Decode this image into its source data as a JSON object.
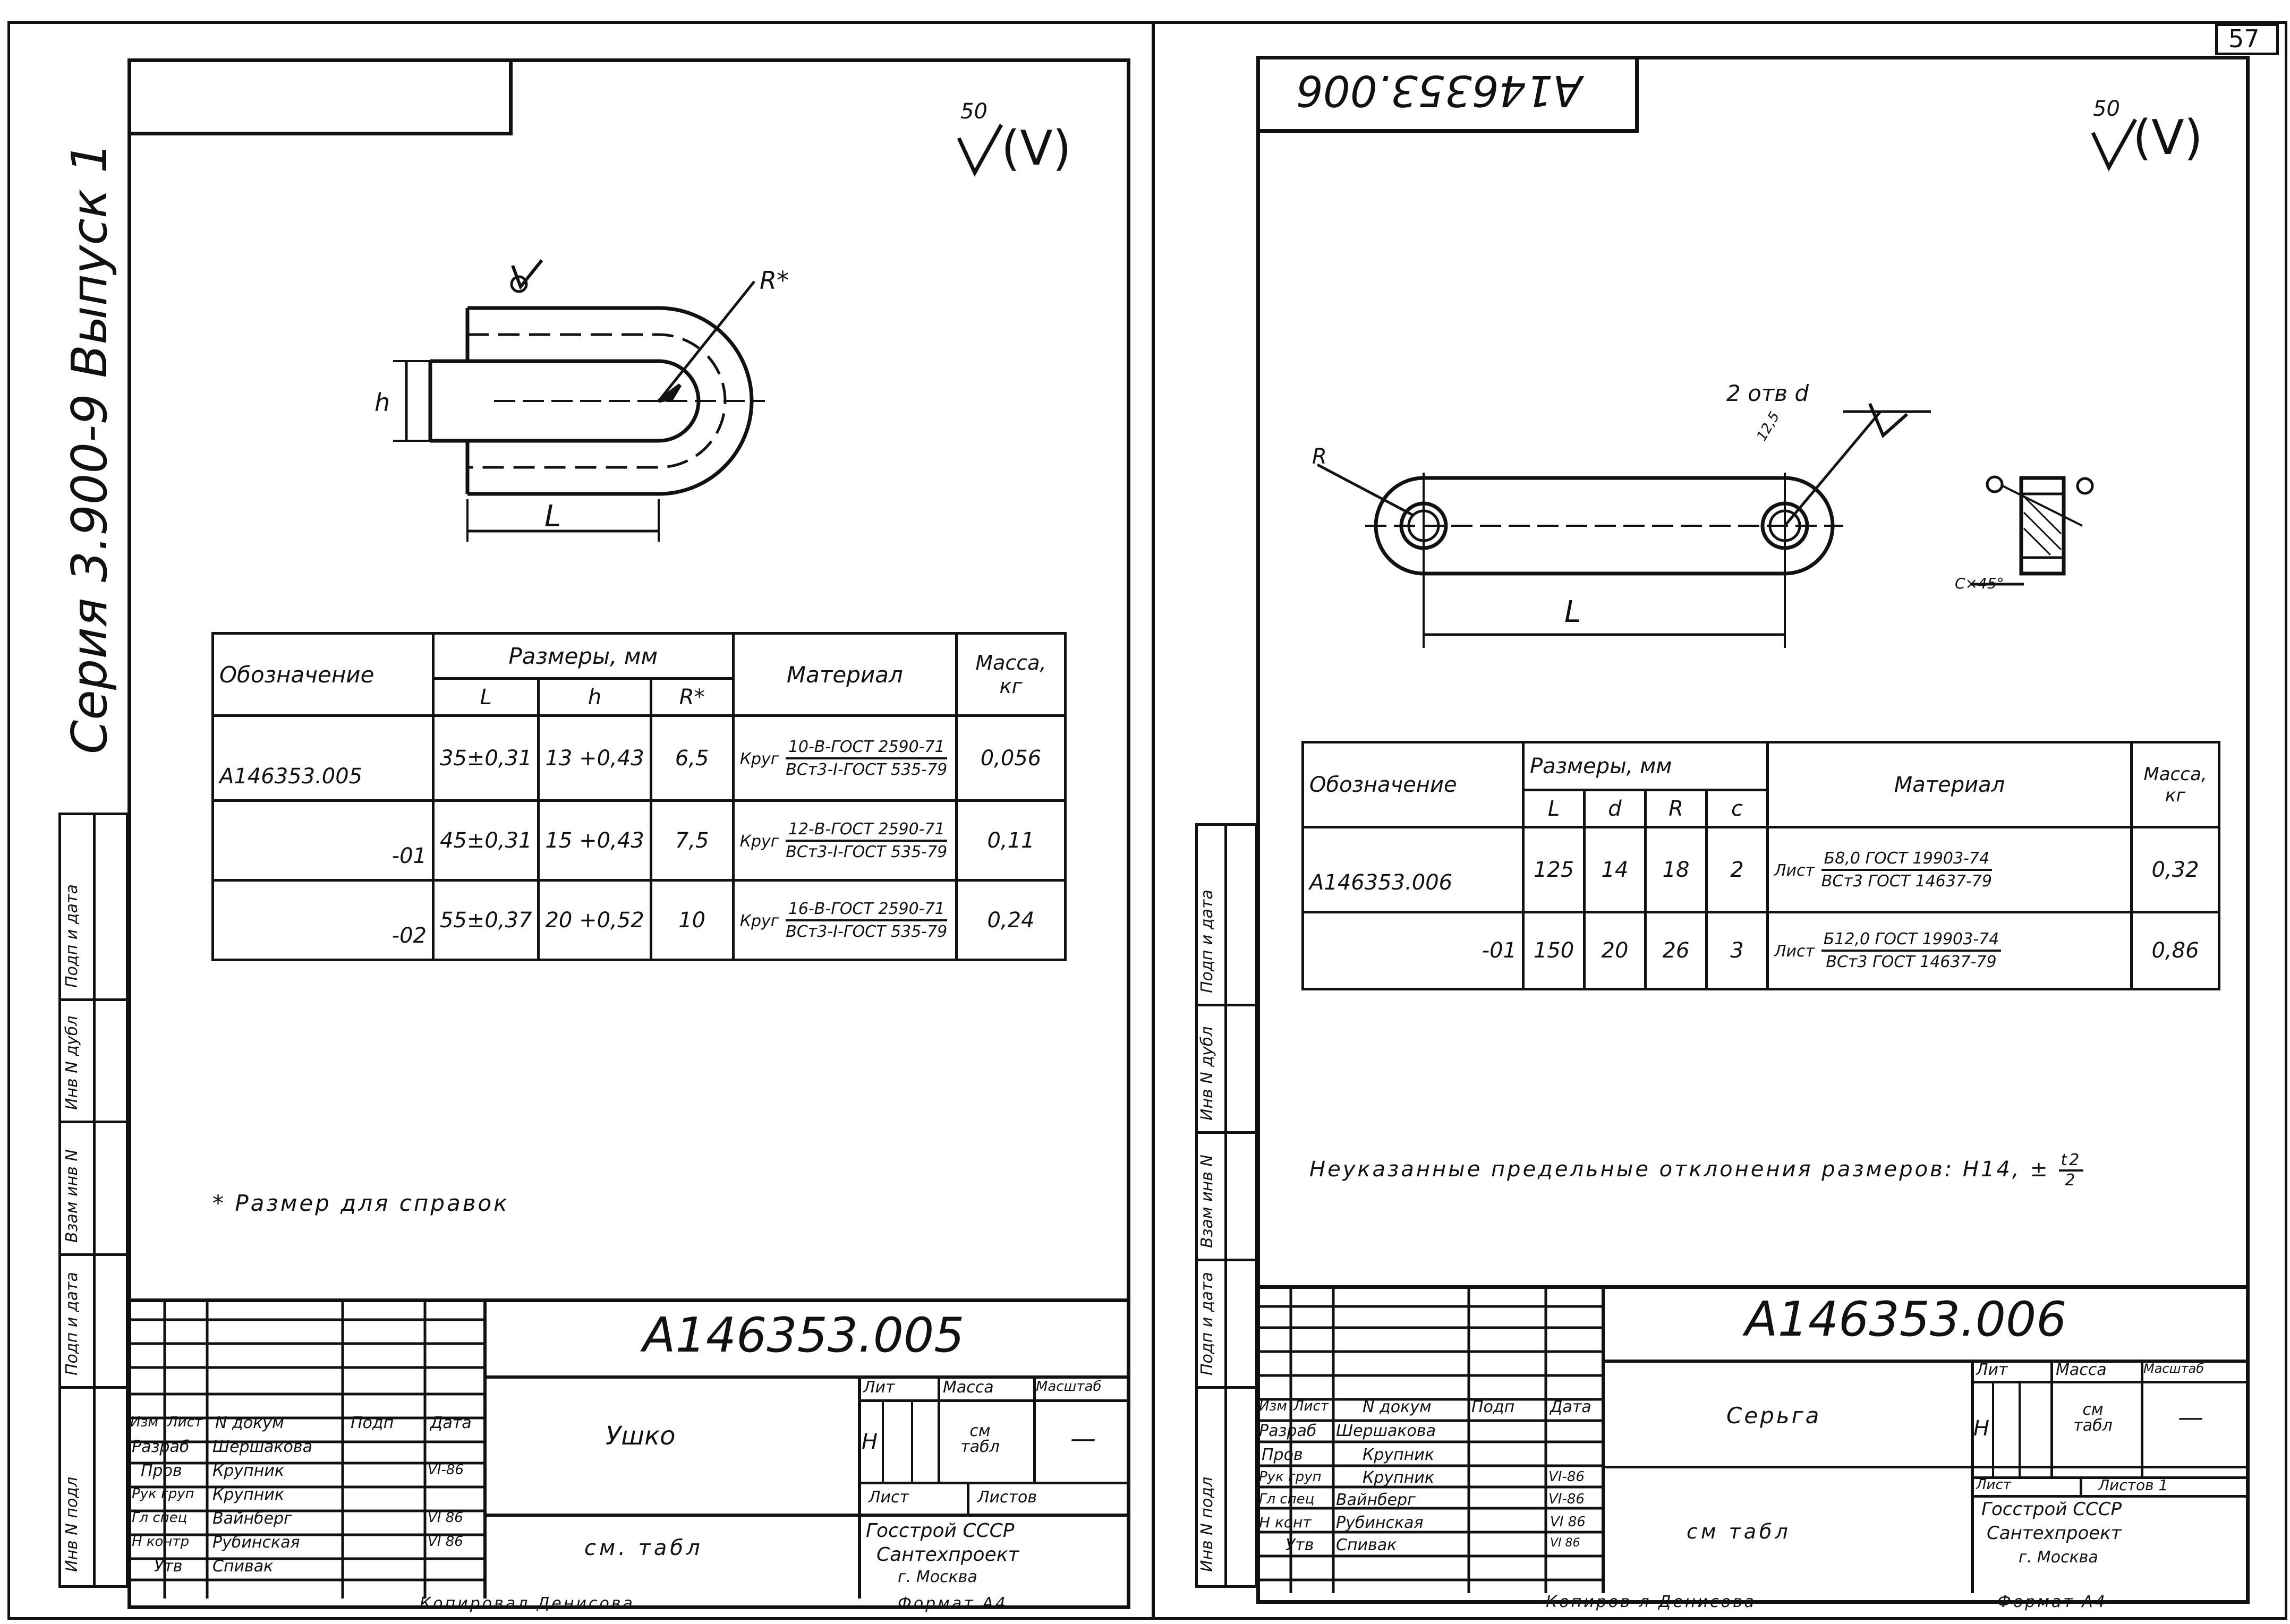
{
  "sheet_number": "57",
  "series_label": "Серия 3.900-9 Выпуск 1",
  "left_margin_fields": [
    "Инв N подл",
    "Подп и дата",
    "Взам инв N",
    "Инв N дубл",
    "Подп и дата"
  ],
  "left": {
    "roughness": {
      "value": "50",
      "paren": "(V)"
    },
    "dim_labels": {
      "R": "R*",
      "h": "h",
      "L": "L"
    },
    "table": {
      "header": {
        "designation": "Обозначение",
        "dimensions": "Размеры, мм",
        "L": "L",
        "h": "h",
        "R": "R*",
        "material": "Материал",
        "mass": "Масса, кг"
      },
      "rows": [
        {
          "designation": "А146353.005",
          "L": "35±0,31",
          "h": "13 +0,43",
          "R": "6,5",
          "material_prefix": "Круг",
          "material_top": "10-В-ГОСТ 2590-71",
          "material_bottom": "ВСт3-I-ГОСТ 535-79",
          "mass": "0,056"
        },
        {
          "designation": "-01",
          "L": "45±0,31",
          "h": "15 +0,43",
          "R": "7,5",
          "material_prefix": "Круг",
          "material_top": "12-В-ГОСТ 2590-71",
          "material_bottom": "ВСт3-I-ГОСТ 535-79",
          "mass": "0,11"
        },
        {
          "designation": "-02",
          "L": "55±0,37",
          "h": "20 +0,52",
          "R": "10",
          "material_prefix": "Круг",
          "material_top": "16-В-ГОСТ 2590-71",
          "material_bottom": "ВСт3-I-ГОСТ 535-79",
          "mass": "0,24"
        }
      ]
    },
    "footnote": "* Размер для справок",
    "title_block": {
      "doc_number": "А146353.005",
      "name": "Ушко",
      "material_ref": "см. табл",
      "col_izm": "Изм",
      "col_list": "Лист",
      "col_doc": "N докум",
      "col_sign": "Подп",
      "col_date": "Дата",
      "roles": [
        {
          "role": "Разраб",
          "person": "Шершакова",
          "date": ""
        },
        {
          "role": "Пров",
          "person": "Крупник",
          "date": "VI-86"
        },
        {
          "role": "Рук груп",
          "person": "Крупник",
          "date": ""
        },
        {
          "role": "Гл спец",
          "person": "Вайнберг",
          "date": "VI 86"
        },
        {
          "role": "Н контр",
          "person": "Рубинская",
          "date": "VI 86"
        },
        {
          "role": "Утв",
          "person": "Спивак",
          "date": ""
        }
      ],
      "lit_label": "Лит",
      "lit_value": "Н",
      "mass_label": "Масса",
      "mass_value": "см табл",
      "scale_label": "Масштаб",
      "scale_value": "—",
      "sheet_label": "Лист",
      "sheets_label": "Листов",
      "org_1": "Госстрой СССР",
      "org_2": "Сантехпроект",
      "org_3": "г. Москва"
    },
    "copied": "Копировал Денисова",
    "format": "Формат А4"
  },
  "right": {
    "corner_stamp": "А146353.006",
    "roughness": {
      "value": "50",
      "paren": "(V)"
    },
    "dim_labels": {
      "holes": "2 отв d",
      "rough": "12,5",
      "R": "R",
      "L": "L",
      "chamfer": "C×45°"
    },
    "table": {
      "header": {
        "designation": "Обозначение",
        "dimensions": "Размеры, мм",
        "L": "L",
        "d": "d",
        "R": "R",
        "c": "c",
        "material": "Материал",
        "mass": "Масса, кг"
      },
      "rows": [
        {
          "designation": "А146353.006",
          "L": "125",
          "d": "14",
          "R": "18",
          "c": "2",
          "material_prefix": "Лист",
          "material_top": "Б8,0 ГОСТ 19903-74",
          "material_bottom": "ВСт3 ГОСТ 14637-79",
          "mass": "0,32"
        },
        {
          "designation": "-01",
          "L": "150",
          "d": "20",
          "R": "26",
          "c": "3",
          "material_prefix": "Лист",
          "material_top": "Б12,0 ГОСТ 19903-74",
          "material_bottom": "ВСт3 ГОСТ 14637-79",
          "mass": "0,86"
        }
      ]
    },
    "note": "Неуказанные предельные отклонения размеров: H14, ±",
    "note_frac_top": "t2",
    "note_frac_bottom": "2",
    "title_block": {
      "doc_number": "А146353.006",
      "name": "Серьга",
      "material_ref": "см табл",
      "col_izm": "Изм",
      "col_list": "Лист",
      "col_doc": "N докум",
      "col_sign": "Подп",
      "col_date": "Дата",
      "roles": [
        {
          "role": "Разраб",
          "person": "Шершакова",
          "date": ""
        },
        {
          "role": "Пров",
          "person": "Крупник",
          "date": ""
        },
        {
          "role": "Рук груп",
          "person": "Крупник",
          "date": "VI-86"
        },
        {
          "role": "Гл спец",
          "person": "Вайнберг",
          "date": "VI-86"
        },
        {
          "role": "Н конт",
          "person": "Рубинская",
          "date": "VI 86"
        },
        {
          "role": "Утв",
          "person": "Спивак",
          "date": "VI 86"
        }
      ],
      "lit_label": "Лит",
      "lit_value": "Н",
      "mass_label": "Масса",
      "mass_value": "см табл",
      "scale_label": "Масштаб",
      "scale_value": "—",
      "sheet_label": "Лист",
      "sheets_label": "Листов 1",
      "org_1": "Госстрой СССР",
      "org_2": "Сантехпроект",
      "org_3": "г. Москва"
    },
    "copied": "Копиров л Денисова",
    "format": "Формат А4"
  }
}
